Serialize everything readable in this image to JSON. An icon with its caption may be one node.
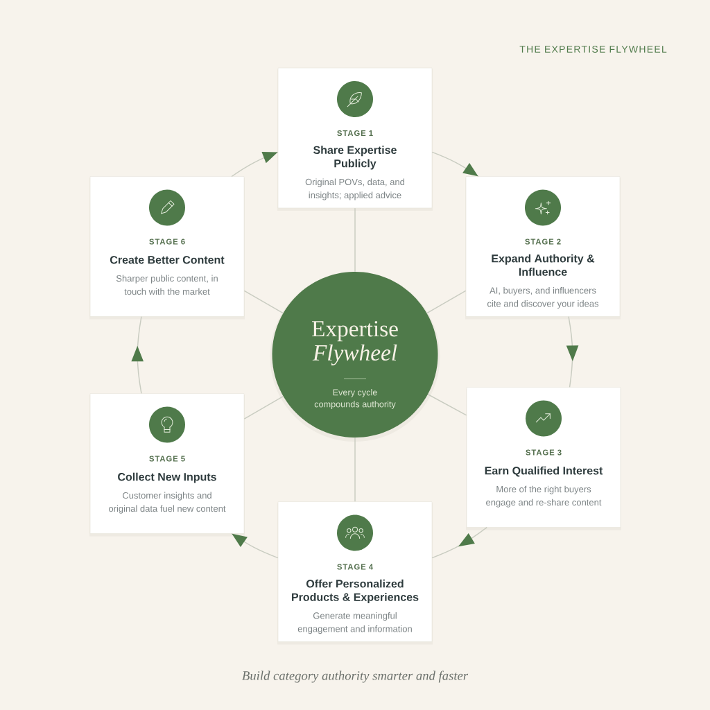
{
  "diagram": {
    "title": "THE EXPERTISE FLYWHEEL",
    "caption": "Build category authority smarter and faster",
    "nodes": [
      {
        "text": [
          "STAGE 1",
          "Share Expertise Publicly",
          "Original POVs, data, and insights; applied advice"
        ]
      },
      {
        "text": [
          "STAGE 2",
          "Expand Authority & Influence",
          "AI, buyers, and influencers cite and discover your ideas"
        ]
      },
      {
        "text": [
          "STAGE 3",
          "Earn Qualified Interest",
          "More of the right buyers engage and re-share content"
        ]
      },
      {
        "text": [
          "STAGE 4",
          "Offer Personalized Products & Experiences",
          "Generate meaningful engagement and information"
        ]
      },
      {
        "text": [
          "STAGE 5",
          "Collect New Inputs",
          "Customer insights and original data fuel new content"
        ]
      },
      {
        "text": [
          "STAGE 6",
          "Create Better Content",
          "Sharper public content, in touch with the market"
        ]
      },
      {
        "text": [
          "Expertise *Flywheel*",
          "Every cycle compounds authority"
        ]
      }
    ],
    "edges": [
      {
        "from": 0,
        "to": 1,
        "arrow": "to"
      },
      {
        "from": 1,
        "to": 2,
        "arrow": "to"
      },
      {
        "from": 2,
        "to": 3,
        "arrow": "to"
      },
      {
        "from": 3,
        "to": 4,
        "arrow": "to"
      },
      {
        "from": 4,
        "to": 5,
        "arrow": "to"
      },
      {
        "from": 5,
        "to": 0,
        "arrow": "to"
      },
      {
        "from": 6,
        "to": 0,
        "arrow": "none"
      },
      {
        "from": 6,
        "to": 1,
        "arrow": "none"
      },
      {
        "from": 6,
        "to": 2,
        "arrow": "none"
      },
      {
        "from": 6,
        "to": 3,
        "arrow": "none"
      },
      {
        "from": 6,
        "to": 4,
        "arrow": "none"
      },
      {
        "from": 6,
        "to": 5,
        "arrow": "none"
      }
    ]
  }
}
